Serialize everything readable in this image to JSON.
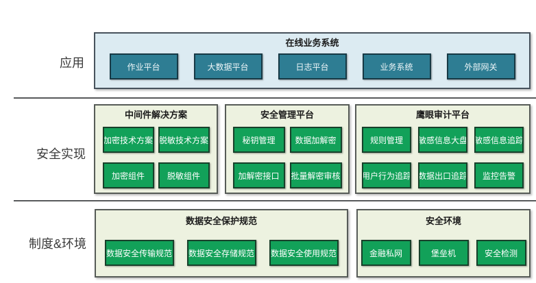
{
  "rows": [
    {
      "label": "应用"
    },
    {
      "label": "安全实现"
    },
    {
      "label": "制度&环境"
    }
  ],
  "groups": {
    "online_business": {
      "title": "在线业务系统",
      "items": [
        "作业平台",
        "大数据平台",
        "日志平台",
        "业务系统",
        "外部网关"
      ]
    },
    "middleware_solution": {
      "title": "中间件解决方案",
      "items": [
        "加密技术方案",
        "脱敏技术方案",
        "加密组件",
        "脱敏组件"
      ]
    },
    "security_management": {
      "title": "安全管理平台",
      "items": [
        "秘钥管理",
        "数据加解密",
        "加解密接口",
        "批量解密审核"
      ]
    },
    "eagle_eye_audit": {
      "title": "鹰眼审计平台",
      "items": [
        "规则管理",
        "敏感信息大盘",
        "敏感信息追踪",
        "用户行为追踪",
        "数据出口追踪",
        "监控告警"
      ]
    },
    "data_security_spec": {
      "title": "数据安全保护规范",
      "items": [
        "数据安全传输规范",
        "数据安全存储规范",
        "数据安全使用规范"
      ]
    },
    "security_environment": {
      "title": "安全环境",
      "items": [
        "金融私网",
        "堡垒机",
        "安全检测"
      ]
    }
  },
  "colors": {
    "app_group_fill": "#dcebf2",
    "app_node_fill": "#2e7d93",
    "capability_group_fill": "#edf2e0",
    "capability_node_fill": "#12a159",
    "divider": "#57595b"
  }
}
